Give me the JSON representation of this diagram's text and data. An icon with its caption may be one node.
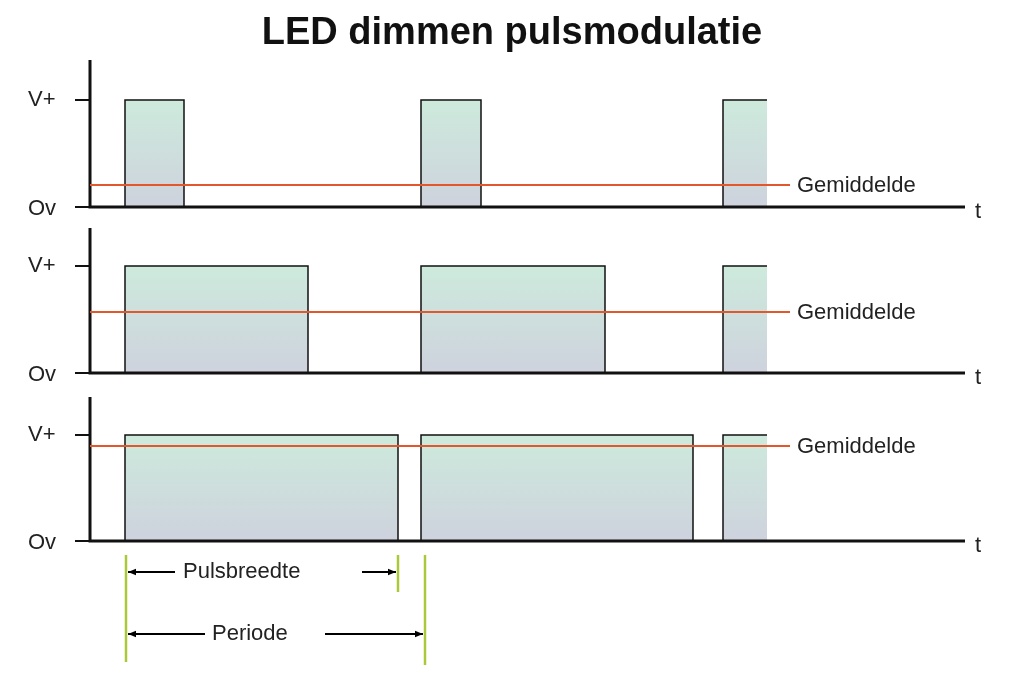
{
  "diagram": {
    "title": "LED dimmen pulsmodulatie",
    "labels": [
      "V+",
      "Gemiddelde",
      "Ov",
      "t",
      "V+",
      "Gemiddelde",
      "Ov",
      "t",
      "V+",
      "Gemiddelde",
      "Ov",
      "t",
      "Pulsbreedte",
      "Periode"
    ]
  }
}
